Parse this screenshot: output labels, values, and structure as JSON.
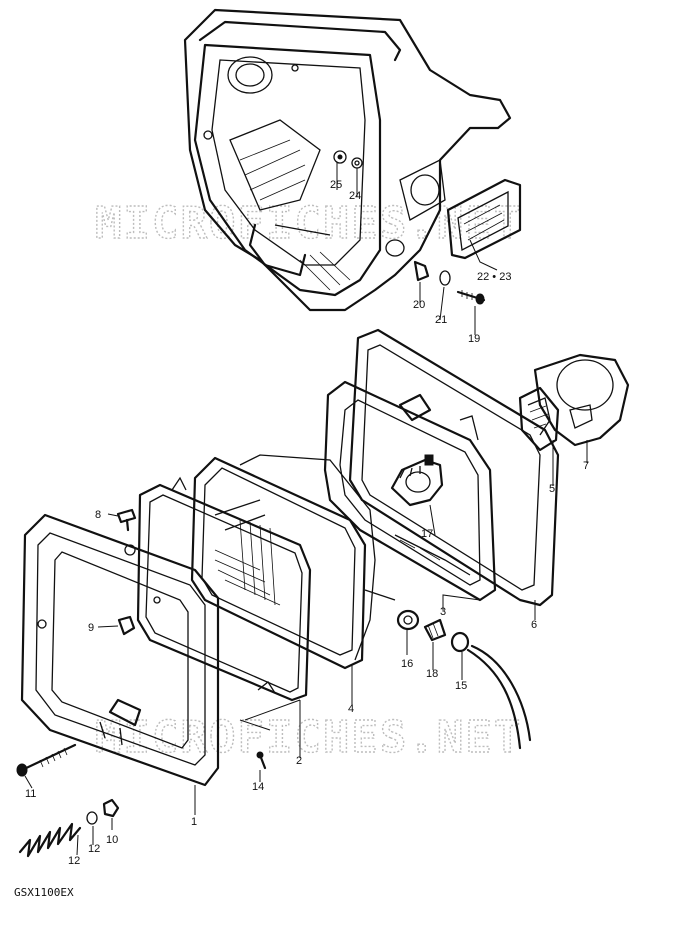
{
  "watermark": "MICROFICHES.NET",
  "model_label": "GSX1100EX",
  "callouts": {
    "c1": "1",
    "c2": "2",
    "c3": "3",
    "c4": "4",
    "c5": "5",
    "c6": "6",
    "c7": "7",
    "c8": "8",
    "c9": "9",
    "c10": "10",
    "c11": "11",
    "c12a": "12",
    "c12b": "12",
    "c14": "14",
    "c15": "15",
    "c16": "16",
    "c17": "17",
    "c18": "18",
    "c19": "19",
    "c20": "20",
    "c21": "21",
    "c2223": "22 • 23",
    "c24": "24",
    "c25": "25"
  },
  "colors": {
    "ink": "#111111",
    "paper": "#ffffff",
    "watermark": "#bdbdbd"
  }
}
